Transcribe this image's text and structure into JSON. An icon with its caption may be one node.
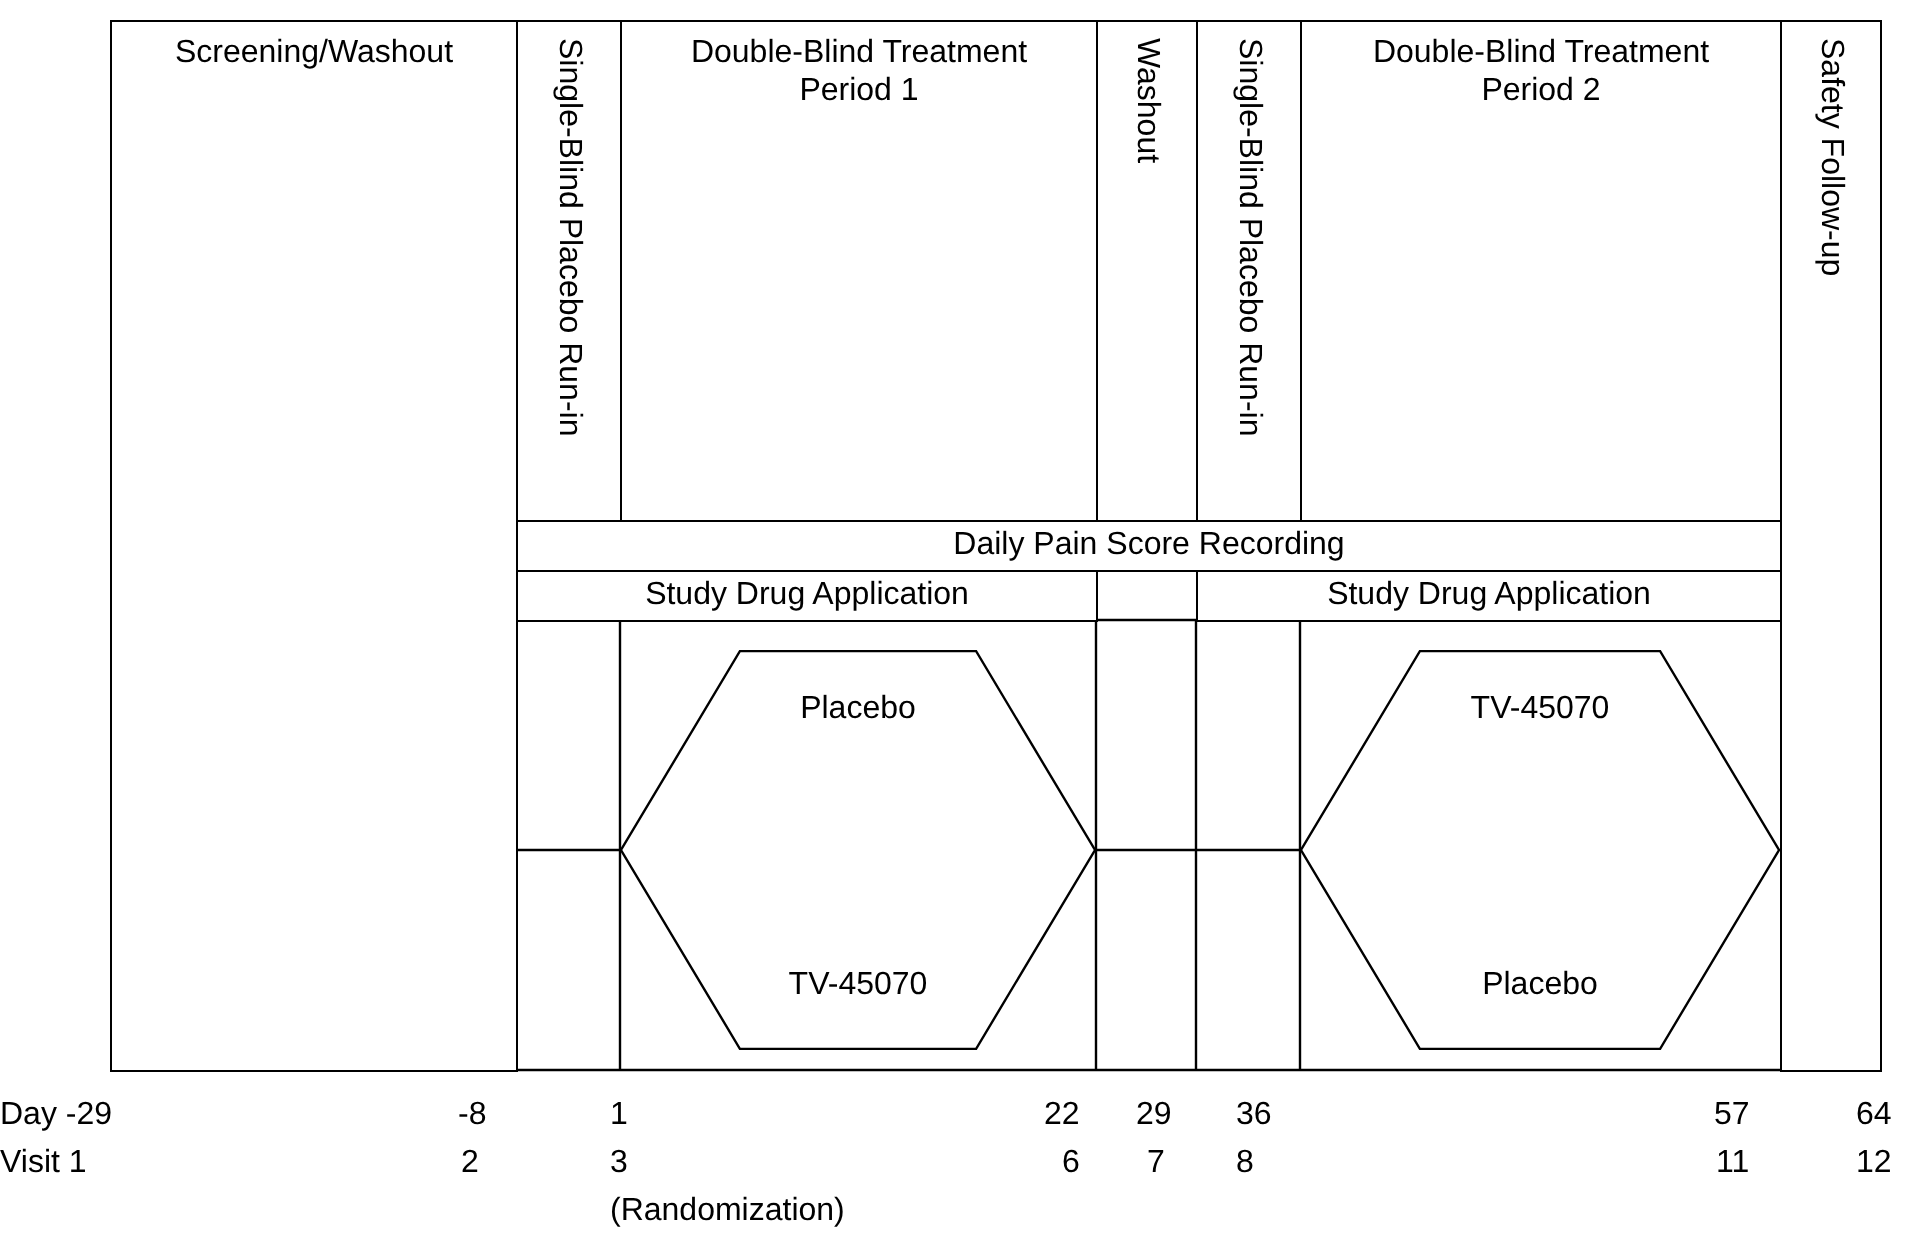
{
  "diagram": {
    "nodes": [
      {
        "text": [
          "Screening/Washout"
        ]
      },
      {
        "text": [
          "Single-Blind Placebo Run-in"
        ]
      },
      {
        "text": [
          "Double-Blind Treatment Period 1"
        ]
      },
      {
        "text": [
          "Washout"
        ]
      },
      {
        "text": [
          "Single-Blind Placebo Run-in"
        ]
      },
      {
        "text": [
          "Double-Blind Treatment Period 2"
        ]
      },
      {
        "text": [
          "Safety Follow-up"
        ]
      },
      {
        "text": [
          "Daily Pain Score Recording"
        ]
      },
      {
        "text": [
          "Study Drug Application"
        ]
      },
      {
        "text": [
          "Study Drug Application"
        ]
      },
      {
        "text": [
          "Placebo",
          "TV-45070"
        ]
      },
      {
        "text": [
          "TV-45070",
          "Placebo"
        ]
      }
    ],
    "edges": [
      {
        "from": 0,
        "to": 10,
        "arrow": "none"
      },
      {
        "from": 10,
        "to": 11,
        "arrow": "none"
      }
    ],
    "labels": [
      "Day -29",
      "-8",
      "1",
      "22",
      "29",
      "36",
      "57",
      "64",
      "Visit 1",
      "2",
      "3",
      "6",
      "7",
      "8",
      "11",
      "12",
      "(Randomization)"
    ]
  }
}
